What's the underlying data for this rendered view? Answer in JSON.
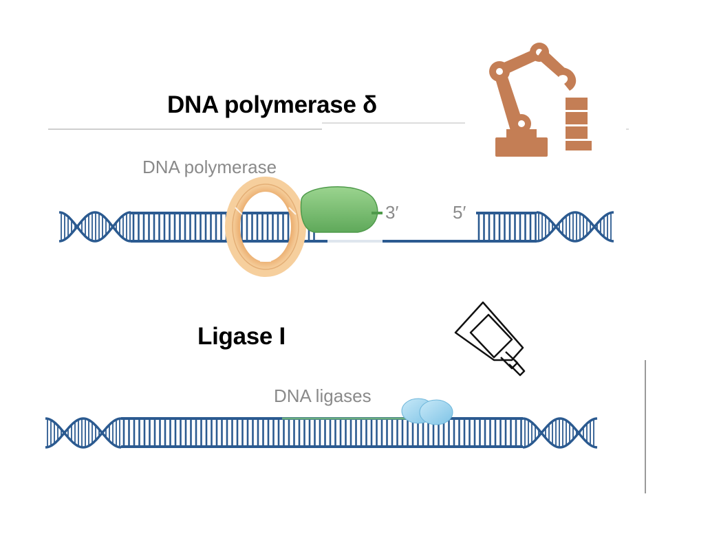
{
  "headings": {
    "polymerase": "DNA polymerase δ",
    "ligase": "Ligase I"
  },
  "diagram_labels": {
    "polymerase": "DNA polymerase",
    "three_prime": "3′",
    "five_prime": "5′",
    "ligases": "DNA ligases"
  },
  "icons": {
    "robot_arm": "robot-arm-icon",
    "glue_bottle": "glue-bottle-icon"
  },
  "colors": {
    "dna_strand": "#2b5a90",
    "clamp": "#f0b87a",
    "polymerase": "#79c06f",
    "ligase": "#9fd3ee",
    "robot": "#c47e55"
  }
}
